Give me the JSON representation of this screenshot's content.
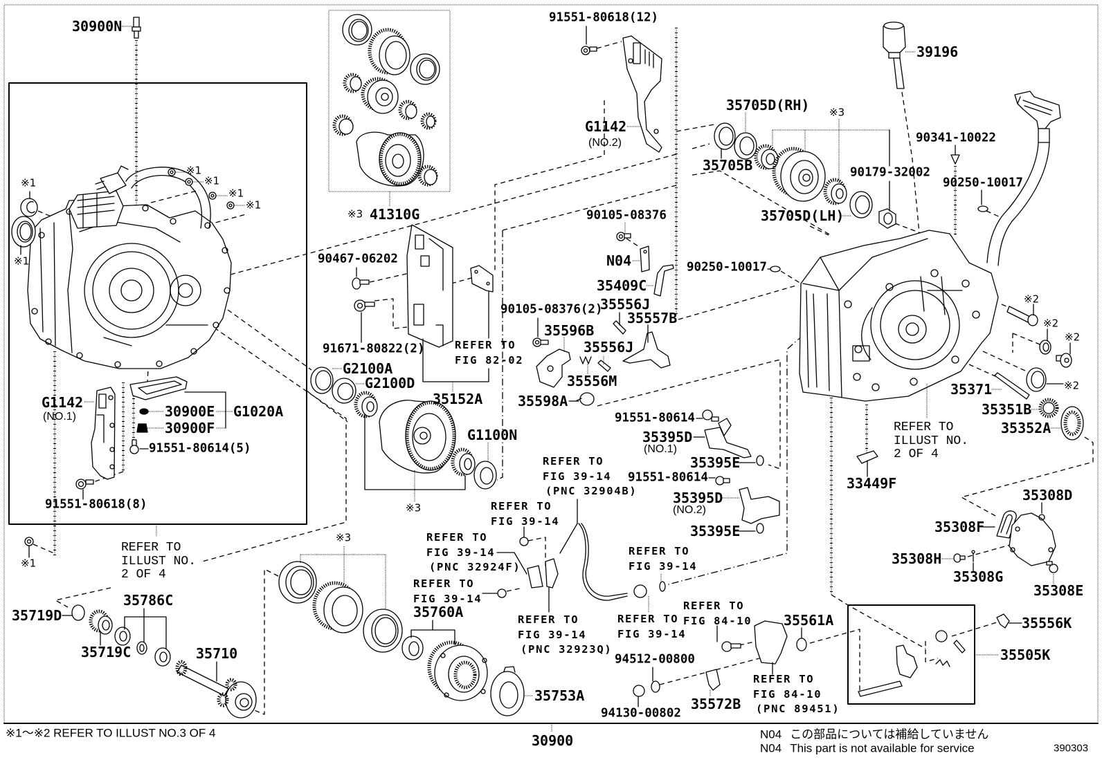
{
  "diagram": {
    "assembly_pnc": "30900",
    "illustration_no": "390303",
    "footnote_ref": "※1～※2 REFER TO ILLUST NO.3 OF 4"
  },
  "notes": [
    {
      "code": "N04",
      "text": "この部品については補給していません"
    },
    {
      "code": "N04",
      "text": "This part is not available for service"
    }
  ],
  "callouts": [
    {
      "text": "30900N"
    },
    {
      "text": "G1142"
    },
    {
      "text": "30900E"
    },
    {
      "text": "30900F"
    },
    {
      "text": "G1020A"
    },
    {
      "text": "91551-80614(5)"
    },
    {
      "text": "91551-80618(8)"
    },
    {
      "text": "35719D"
    },
    {
      "text": "35719C"
    },
    {
      "text": "35786C"
    },
    {
      "text": "35710"
    },
    {
      "text": "41310G"
    },
    {
      "text": "91551-80618(12)"
    },
    {
      "text": "G1142"
    },
    {
      "text": "90467-06202"
    },
    {
      "text": "91671-80822(2)"
    },
    {
      "text": "35152A"
    },
    {
      "text": "G2100A"
    },
    {
      "text": "G2100D"
    },
    {
      "text": "G1100N"
    },
    {
      "text": "90105-08376"
    },
    {
      "text": "N04"
    },
    {
      "text": "35409C"
    },
    {
      "text": "35556J"
    },
    {
      "text": "35557B"
    },
    {
      "text": "90105-08376(2)"
    },
    {
      "text": "35596B"
    },
    {
      "text": "35556J"
    },
    {
      "text": "35556M"
    },
    {
      "text": "35598A"
    },
    {
      "text": "90250-10017"
    },
    {
      "text": "91551-80614"
    },
    {
      "text": "35395D"
    },
    {
      "text": "35395E"
    },
    {
      "text": "91551-80614"
    },
    {
      "text": "35395D"
    },
    {
      "text": "35395E"
    },
    {
      "text": "35760A"
    },
    {
      "text": "35753A"
    },
    {
      "text": "35561A"
    },
    {
      "text": "94512-00800"
    },
    {
      "text": "94130-00802"
    },
    {
      "text": "35572B"
    },
    {
      "text": "39196"
    },
    {
      "text": "35705D(RH)"
    },
    {
      "text": "90341-10022"
    },
    {
      "text": "35705B"
    },
    {
      "text": "90179-32002"
    },
    {
      "text": "90250-10017"
    },
    {
      "text": "35705D(LH)"
    },
    {
      "text": "35371"
    },
    {
      "text": "35351B"
    },
    {
      "text": "35352A"
    },
    {
      "text": "33449F"
    },
    {
      "text": "35308D"
    },
    {
      "text": "35308F"
    },
    {
      "text": "35308H"
    },
    {
      "text": "35308G"
    },
    {
      "text": "35308E"
    },
    {
      "text": "35556K"
    },
    {
      "text": "35505K"
    }
  ],
  "sub_labels": [
    {
      "text": "(NO.1)"
    },
    {
      "text": "(NO.2)"
    },
    {
      "text": "(NO.1)"
    },
    {
      "text": "(NO.2)"
    }
  ],
  "markers": [
    {
      "text": "※1"
    },
    {
      "text": "※1"
    },
    {
      "text": "※1"
    },
    {
      "text": "※1"
    },
    {
      "text": "※1"
    },
    {
      "text": "※1"
    },
    {
      "text": "※1"
    },
    {
      "text": "※3"
    },
    {
      "text": "※3"
    },
    {
      "text": "※3"
    },
    {
      "text": "※3"
    },
    {
      "text": "※2"
    },
    {
      "text": "※2"
    },
    {
      "text": "※2"
    },
    {
      "text": "※2"
    }
  ],
  "references": [
    {
      "lines": [
        "REFER TO",
        "ILLUST NO.",
        "2 OF 4"
      ]
    },
    {
      "lines": [
        "REFER TO",
        "FIG 82-02"
      ]
    },
    {
      "lines": [
        "REFER TO",
        "FIG 39-14",
        "(PNC 32904B)"
      ]
    },
    {
      "lines": [
        "REFER TO",
        "FIG 39-14"
      ]
    },
    {
      "lines": [
        "REFER TO",
        "FIG 39-14",
        "(PNC 32924F)"
      ]
    },
    {
      "lines": [
        "REFER TO",
        "FIG 39-14"
      ]
    },
    {
      "lines": [
        "REFER TO",
        "FIG 39-14",
        "(PNC 32923Q)"
      ]
    },
    {
      "lines": [
        "REFER TO",
        "FIG 39-14"
      ]
    },
    {
      "lines": [
        "REFER TO",
        "FIG 39-14"
      ]
    },
    {
      "lines": [
        "REFER TO",
        "FIG 84-10"
      ]
    },
    {
      "lines": [
        "REFER TO",
        "FIG 84-10",
        "(PNC 89451)"
      ]
    },
    {
      "lines": [
        "REFER TO",
        "ILLUST NO.",
        "2 OF 4"
      ]
    }
  ]
}
